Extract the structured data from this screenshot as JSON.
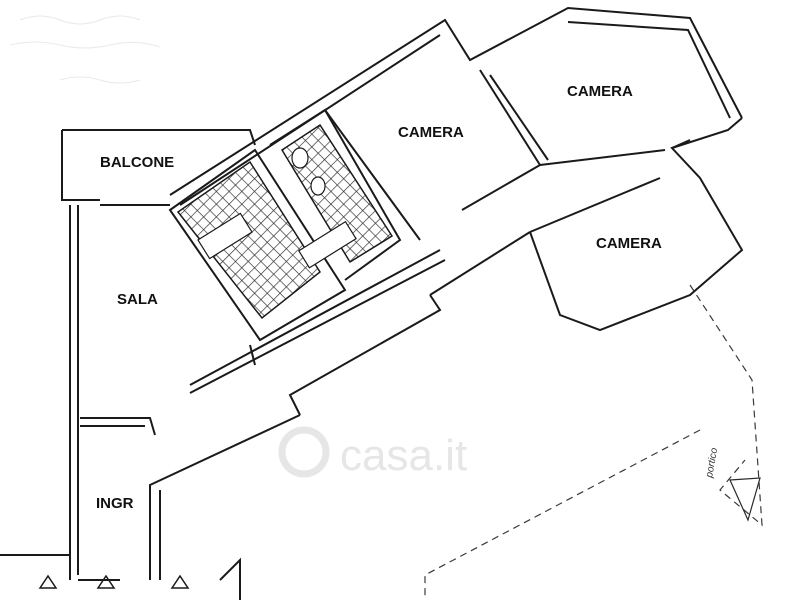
{
  "rooms": {
    "camera_top": "CAMERA",
    "camera_middle": "CAMERA",
    "camera_right": "CAMERA",
    "balcone": "BALCONE",
    "sala": "SALA",
    "ingr": "INGR"
  },
  "annotation": "portico",
  "watermark": {
    "text": "casa.it"
  },
  "colors": {
    "ink": "#1a1a1a",
    "hatch": "#2a2a2a",
    "watermark": "#e6e6e6"
  }
}
